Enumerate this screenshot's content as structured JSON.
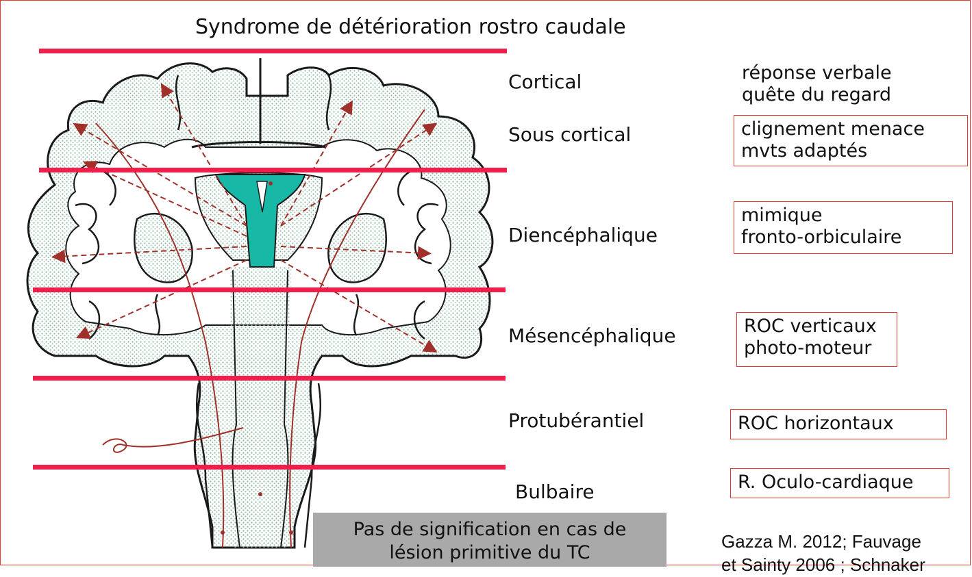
{
  "title": "Syndrome de détérioration rostro caudale",
  "levels": [
    {
      "label": "Cortical",
      "sign_lines": [
        "réponse verbale",
        "quête du regard"
      ],
      "boxed": false
    },
    {
      "label": "Sous cortical",
      "sign_lines": [
        "clignement menace",
        "mvts adaptés"
      ],
      "boxed": true
    },
    {
      "label": "Diencéphalique",
      "sign_lines": [
        "mimique",
        "fronto-orbiculaire"
      ],
      "boxed": true
    },
    {
      "label": "Mésencéphalique",
      "sign_lines": [
        "ROC verticaux",
        "photo-moteur"
      ],
      "boxed": true
    },
    {
      "label": "Protubérantiel",
      "sign_lines": [
        "ROC horizontaux"
      ],
      "boxed": true
    },
    {
      "label": "Bulbaire",
      "sign_lines": [
        "R. Oculo-cardiaque"
      ],
      "boxed": true
    }
  ],
  "note_lines": [
    "Pas de signification en cas de",
    "lésion primitive du TC"
  ],
  "reference_lines": [
    "Gazza M. 2012; Fauvage",
    "et Sainty 2006 ; Schnaker"
  ],
  "colors": {
    "divider": "#ee1f4a",
    "box_border": "#e8392f",
    "ventricle": "#17b8a6",
    "cortex_dots": "#8fb8a3",
    "pathway": "#a0302a",
    "note_bg": "#a9a9a9"
  }
}
